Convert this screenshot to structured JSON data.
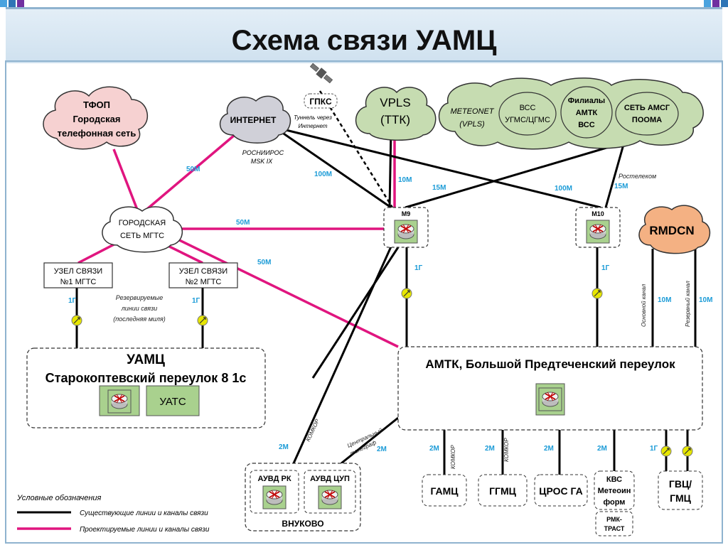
{
  "title": "Схема связи УАМЦ",
  "clouds": {
    "tfop": [
      "ТФОП",
      "Городская",
      "телефонная сеть"
    ],
    "internet": "ИНТЕРНЕТ",
    "internet_sub": [
      "РОСНИИРОС",
      "MSK IX"
    ],
    "vpls": [
      "VPLS",
      "(ТТК)"
    ],
    "meteonet": [
      "METEONET",
      "(VPLS)"
    ],
    "vss": [
      "ВСС",
      "УГМС/ЦГМС"
    ],
    "filialy": [
      "Филиалы",
      "АМТК",
      "ВСС"
    ],
    "amsg": [
      "СЕТЬ АМСГ",
      "ПООМА"
    ],
    "mgts": [
      "ГОРОДСКАЯ",
      "СЕТЬ МГТС"
    ],
    "rmdcn": "RMDCN"
  },
  "satellite": {
    "label": "ГПКС",
    "tunnel": [
      "Туннель через",
      "Интернет"
    ]
  },
  "nodes": {
    "uzel1": [
      "УЗЕЛ СВЯЗИ",
      "№1 МГТС"
    ],
    "uzel2": [
      "УЗЕЛ СВЯЗИ",
      "№2 МГТС"
    ],
    "m9": "M9",
    "m10": "M10",
    "uamc_title": "УАМЦ",
    "uamc_addr": "Старокоптевский переулок 8 1с",
    "uats": "УАТС",
    "amtk": "АМТК, Большой Предтеченский переулок",
    "auvd_rk": "АУВД РК",
    "auvd_cup": "АУВД ЦУП",
    "vnukovo": "ВНУКОВО",
    "gamc": "ГАМЦ",
    "ggmc": "ГГМЦ",
    "cros": "ЦРОС ГА",
    "kvs": [
      "КВС",
      "Метеоин",
      "форм"
    ],
    "rmk": [
      "РМК-",
      "ТРАСТ"
    ],
    "gvc": [
      "ГВЦ/",
      "ГМЦ"
    ]
  },
  "links": {
    "l50m_a": "50М",
    "l50m_b": "50М",
    "l50m_c": "50М",
    "l100m_a": "100М",
    "l10m": "10М",
    "l15m_a": "15М",
    "l100m_b": "100М",
    "l15m_b": "15М",
    "rostelecom": "Ростелеком",
    "g1_m9": "1Г",
    "g1_m10": "1Г",
    "g1_u1": "1Г",
    "g1_u2": "1Г",
    "reserve": [
      "Резервируемые",
      "линии связи",
      "(последняя миля)"
    ],
    "osnovnoy": "Основной канал",
    "rezerv": "Резервный канал",
    "rm10a": "10М",
    "rm10b": "10М",
    "komkor1": "КОМКОР",
    "central": [
      "Центральный",
      "телеграф"
    ],
    "m2_a": "2М",
    "m2_b": "2М",
    "m2_c": "2М",
    "komkor2": "КОМКОР",
    "m2_d": "2М",
    "komkor3": "КОМКОР",
    "m2_e": "2М",
    "m2_f": "2М",
    "g1_gvc": "1Г"
  },
  "legend": {
    "title": "Условные обозначения",
    "existing": "Существующие линии и каналы связи",
    "planned": "Проектируемые линии и каналы связи"
  },
  "colors": {
    "existing": "#000000",
    "planned": "#e0157f",
    "speed": "#1b9bd7",
    "cloud_grey": "#d9d9d9",
    "cloud_green": "#c6dcb1",
    "cloud_orange": "#f4b183",
    "cloud_pink": "#f6d1d1",
    "repeater": "#e6e600"
  }
}
